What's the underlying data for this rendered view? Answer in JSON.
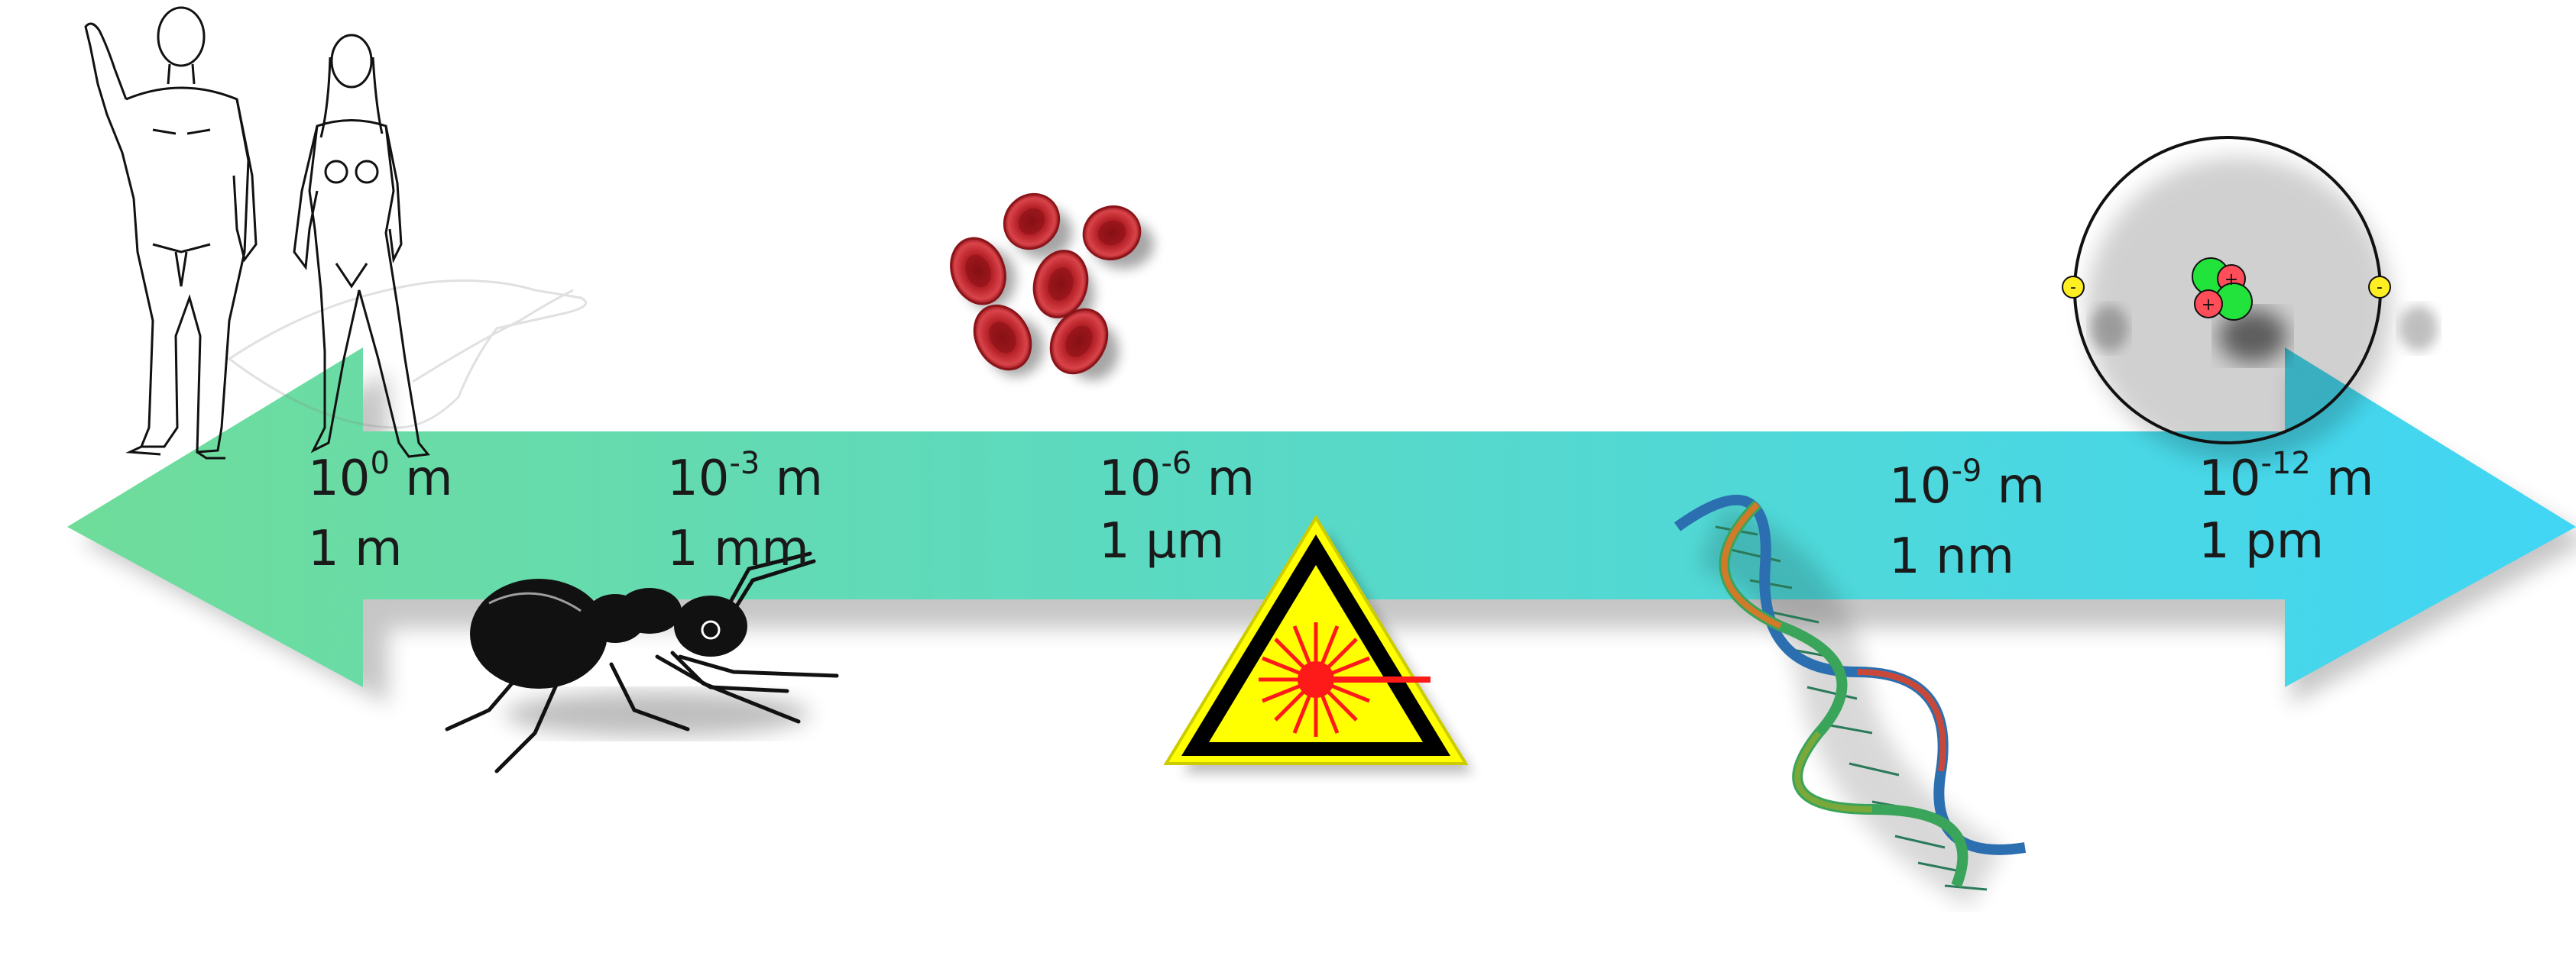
{
  "scale": {
    "labels": [
      {
        "base": "10",
        "exponent": "0",
        "unit": "m",
        "equiv": "1 m"
      },
      {
        "base": "10",
        "exponent": "-3",
        "unit": "m",
        "equiv": "1 mm"
      },
      {
        "base": "10",
        "exponent": "-6",
        "unit": "m",
        "equiv": "1 µm"
      },
      {
        "base": "10",
        "exponent": "-9",
        "unit": "m",
        "equiv": "1 nm"
      },
      {
        "base": "10",
        "exponent": "-12",
        "unit": "m",
        "equiv": "1 pm"
      }
    ]
  },
  "illustrations": {
    "objects": [
      "humans",
      "ant",
      "red-blood-cells",
      "laser-warning-sign",
      "dna-double-helix",
      "atom"
    ],
    "atom": {
      "nucleus_charge": "+",
      "electron_charge": "-"
    }
  },
  "colors": {
    "arrow_left": "#6fdc9a",
    "arrow_right": "#41d6f5",
    "blood_cell": "#c0262c",
    "warning_yellow": "#ffff00",
    "laser_red": "#ff1a1a",
    "proton": "#ff4d5a",
    "neutron": "#22e33c",
    "electron": "#ffee22"
  }
}
